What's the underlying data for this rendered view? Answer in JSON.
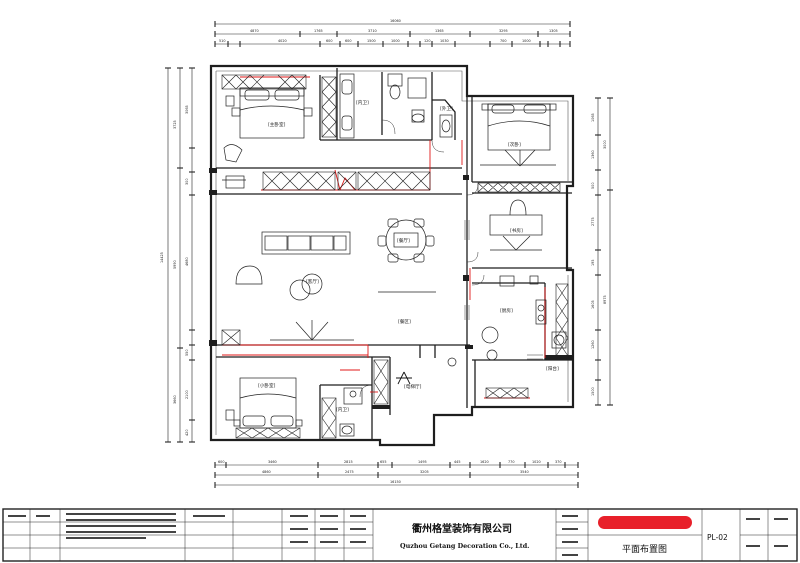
{
  "company": {
    "name_cn": "衢州格堂装饰有限公司",
    "name_en": "Quzhou Getang Decoration Co., Ltd."
  },
  "drawing": {
    "title": "平面布置图",
    "code": "PL-02",
    "redacted_color": "#e8202a"
  },
  "rooms": {
    "master_bedroom": "[主卧室]",
    "bathroom_top": "[内卫]",
    "bathroom_ext": "[外卫]",
    "second_bedroom": "[次卧]",
    "study": "[书房]",
    "restaurant": "[餐厅]",
    "living_room": "[客厅]",
    "dining_area": "[餐区]",
    "kitchen": "[厨房]",
    "balcony": "[阳台]",
    "small_bedroom": "[小卧室]",
    "bathroom_bottom": "[内卫]",
    "elevator_hall": "[电梯厅]"
  },
  "colors": {
    "line": "#1a1a1a",
    "wall": "#222222",
    "accent": "#e01818",
    "cabinet": "#ff4444"
  }
}
